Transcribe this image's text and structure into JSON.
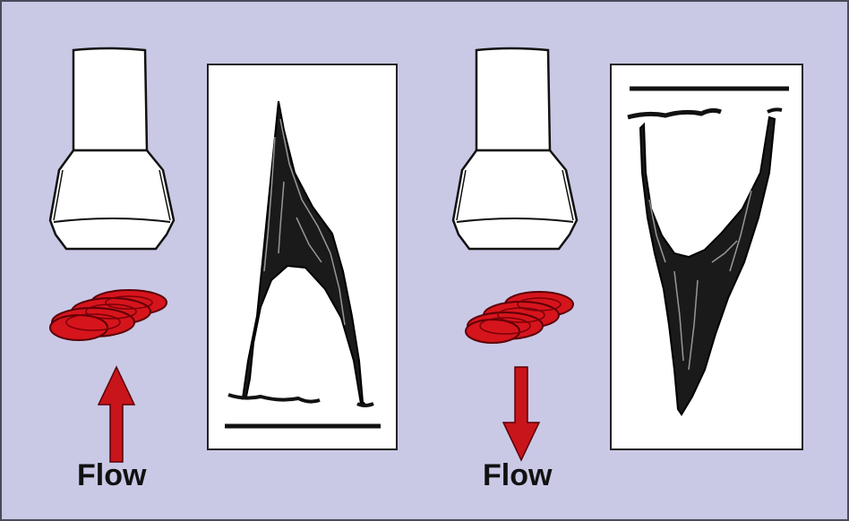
{
  "diagram": {
    "colors": {
      "background": "#c9c9e6",
      "cell": "#d6141c",
      "arrow": "#c8151b",
      "trace": "#111111"
    },
    "left": {
      "flow_label": "Flow",
      "arrow_direction": "up"
    },
    "right": {
      "flow_label": "Flow",
      "arrow_direction": "down"
    }
  }
}
